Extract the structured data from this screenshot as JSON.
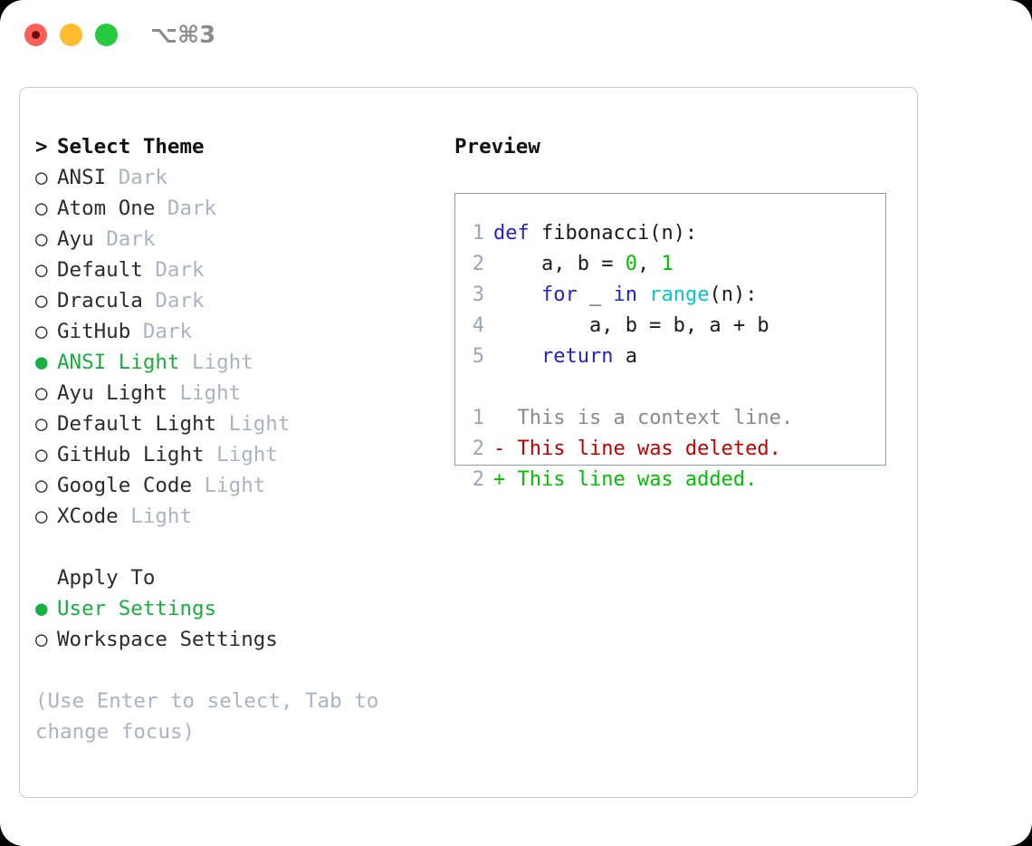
{
  "window": {
    "shortcut": "⌥⌘3",
    "traffic_lights": [
      {
        "name": "close",
        "color": "#ff5f57"
      },
      {
        "name": "minimize",
        "color": "#febc2e"
      },
      {
        "name": "maximize",
        "color": "#27c93f"
      }
    ]
  },
  "theme_panel": {
    "header_marker": ">",
    "header_label": "Select Theme",
    "items": [
      {
        "marker": "○",
        "name": "ANSI",
        "variant": "Dark",
        "selected": false
      },
      {
        "marker": "○",
        "name": "Atom One",
        "variant": "Dark",
        "selected": false
      },
      {
        "marker": "○",
        "name": "Ayu",
        "variant": "Dark",
        "selected": false
      },
      {
        "marker": "○",
        "name": "Default",
        "variant": "Dark",
        "selected": false
      },
      {
        "marker": "○",
        "name": "Dracula",
        "variant": "Dark",
        "selected": false
      },
      {
        "marker": "○",
        "name": "GitHub",
        "variant": "Dark",
        "selected": false
      },
      {
        "marker": "●",
        "name": "ANSI Light",
        "variant": "Light",
        "selected": true
      },
      {
        "marker": "○",
        "name": "Ayu Light",
        "variant": "Light",
        "selected": false
      },
      {
        "marker": "○",
        "name": "Default Light",
        "variant": "Light",
        "selected": false
      },
      {
        "marker": "○",
        "name": "GitHub Light",
        "variant": "Light",
        "selected": false
      },
      {
        "marker": "○",
        "name": "Google Code",
        "variant": "Light",
        "selected": false
      },
      {
        "marker": "○",
        "name": "XCode",
        "variant": "Light",
        "selected": false
      }
    ]
  },
  "apply_to": {
    "header_label": "Apply To",
    "options": [
      {
        "marker": "●",
        "label": "User Settings",
        "selected": true
      },
      {
        "marker": "○",
        "label": "Workspace Settings",
        "selected": false
      }
    ]
  },
  "hint": "(Use Enter to select, Tab to change focus)",
  "preview": {
    "title": "Preview",
    "code_lines": [
      {
        "lineno": "1",
        "tokens": [
          {
            "t": "def",
            "c": "kw"
          },
          {
            "t": " fibonacci(n):",
            "c": "plain"
          }
        ]
      },
      {
        "lineno": "2",
        "tokens": [
          {
            "t": "    a, b = ",
            "c": "plain"
          },
          {
            "t": "0",
            "c": "num"
          },
          {
            "t": ", ",
            "c": "plain"
          },
          {
            "t": "1",
            "c": "num"
          }
        ]
      },
      {
        "lineno": "3",
        "tokens": [
          {
            "t": "    ",
            "c": "plain"
          },
          {
            "t": "for",
            "c": "kw"
          },
          {
            "t": " _ ",
            "c": "plain"
          },
          {
            "t": "in",
            "c": "kw"
          },
          {
            "t": " ",
            "c": "plain"
          },
          {
            "t": "range",
            "c": "fn"
          },
          {
            "t": "(n):",
            "c": "plain"
          }
        ]
      },
      {
        "lineno": "4",
        "tokens": [
          {
            "t": "        a, b = b, a + b",
            "c": "plain"
          }
        ]
      },
      {
        "lineno": "5",
        "tokens": [
          {
            "t": "    ",
            "c": "plain"
          },
          {
            "t": "return",
            "c": "kw"
          },
          {
            "t": " a",
            "c": "plain"
          }
        ]
      }
    ],
    "diff_lines": [
      {
        "lineno": "1",
        "sign": " ",
        "text": "This is a context line.",
        "kind": "diff-ctx"
      },
      {
        "lineno": "2",
        "sign": "-",
        "text": "This line was deleted.",
        "kind": "diff-del"
      },
      {
        "lineno": "2",
        "sign": "+",
        "text": "This line was added.",
        "kind": "diff-add"
      }
    ]
  },
  "colors": {
    "accent_green": "#16b03c",
    "keyword_blue": "#2222cc",
    "function_cyan": "#00c8c8",
    "number_green": "#00c000",
    "diff_delete_red": "#c00000",
    "diff_add_green": "#00c000",
    "muted_gray": "#aab3c2",
    "panel_border": "#c2cad6",
    "preview_border": "#8d9cb0"
  }
}
